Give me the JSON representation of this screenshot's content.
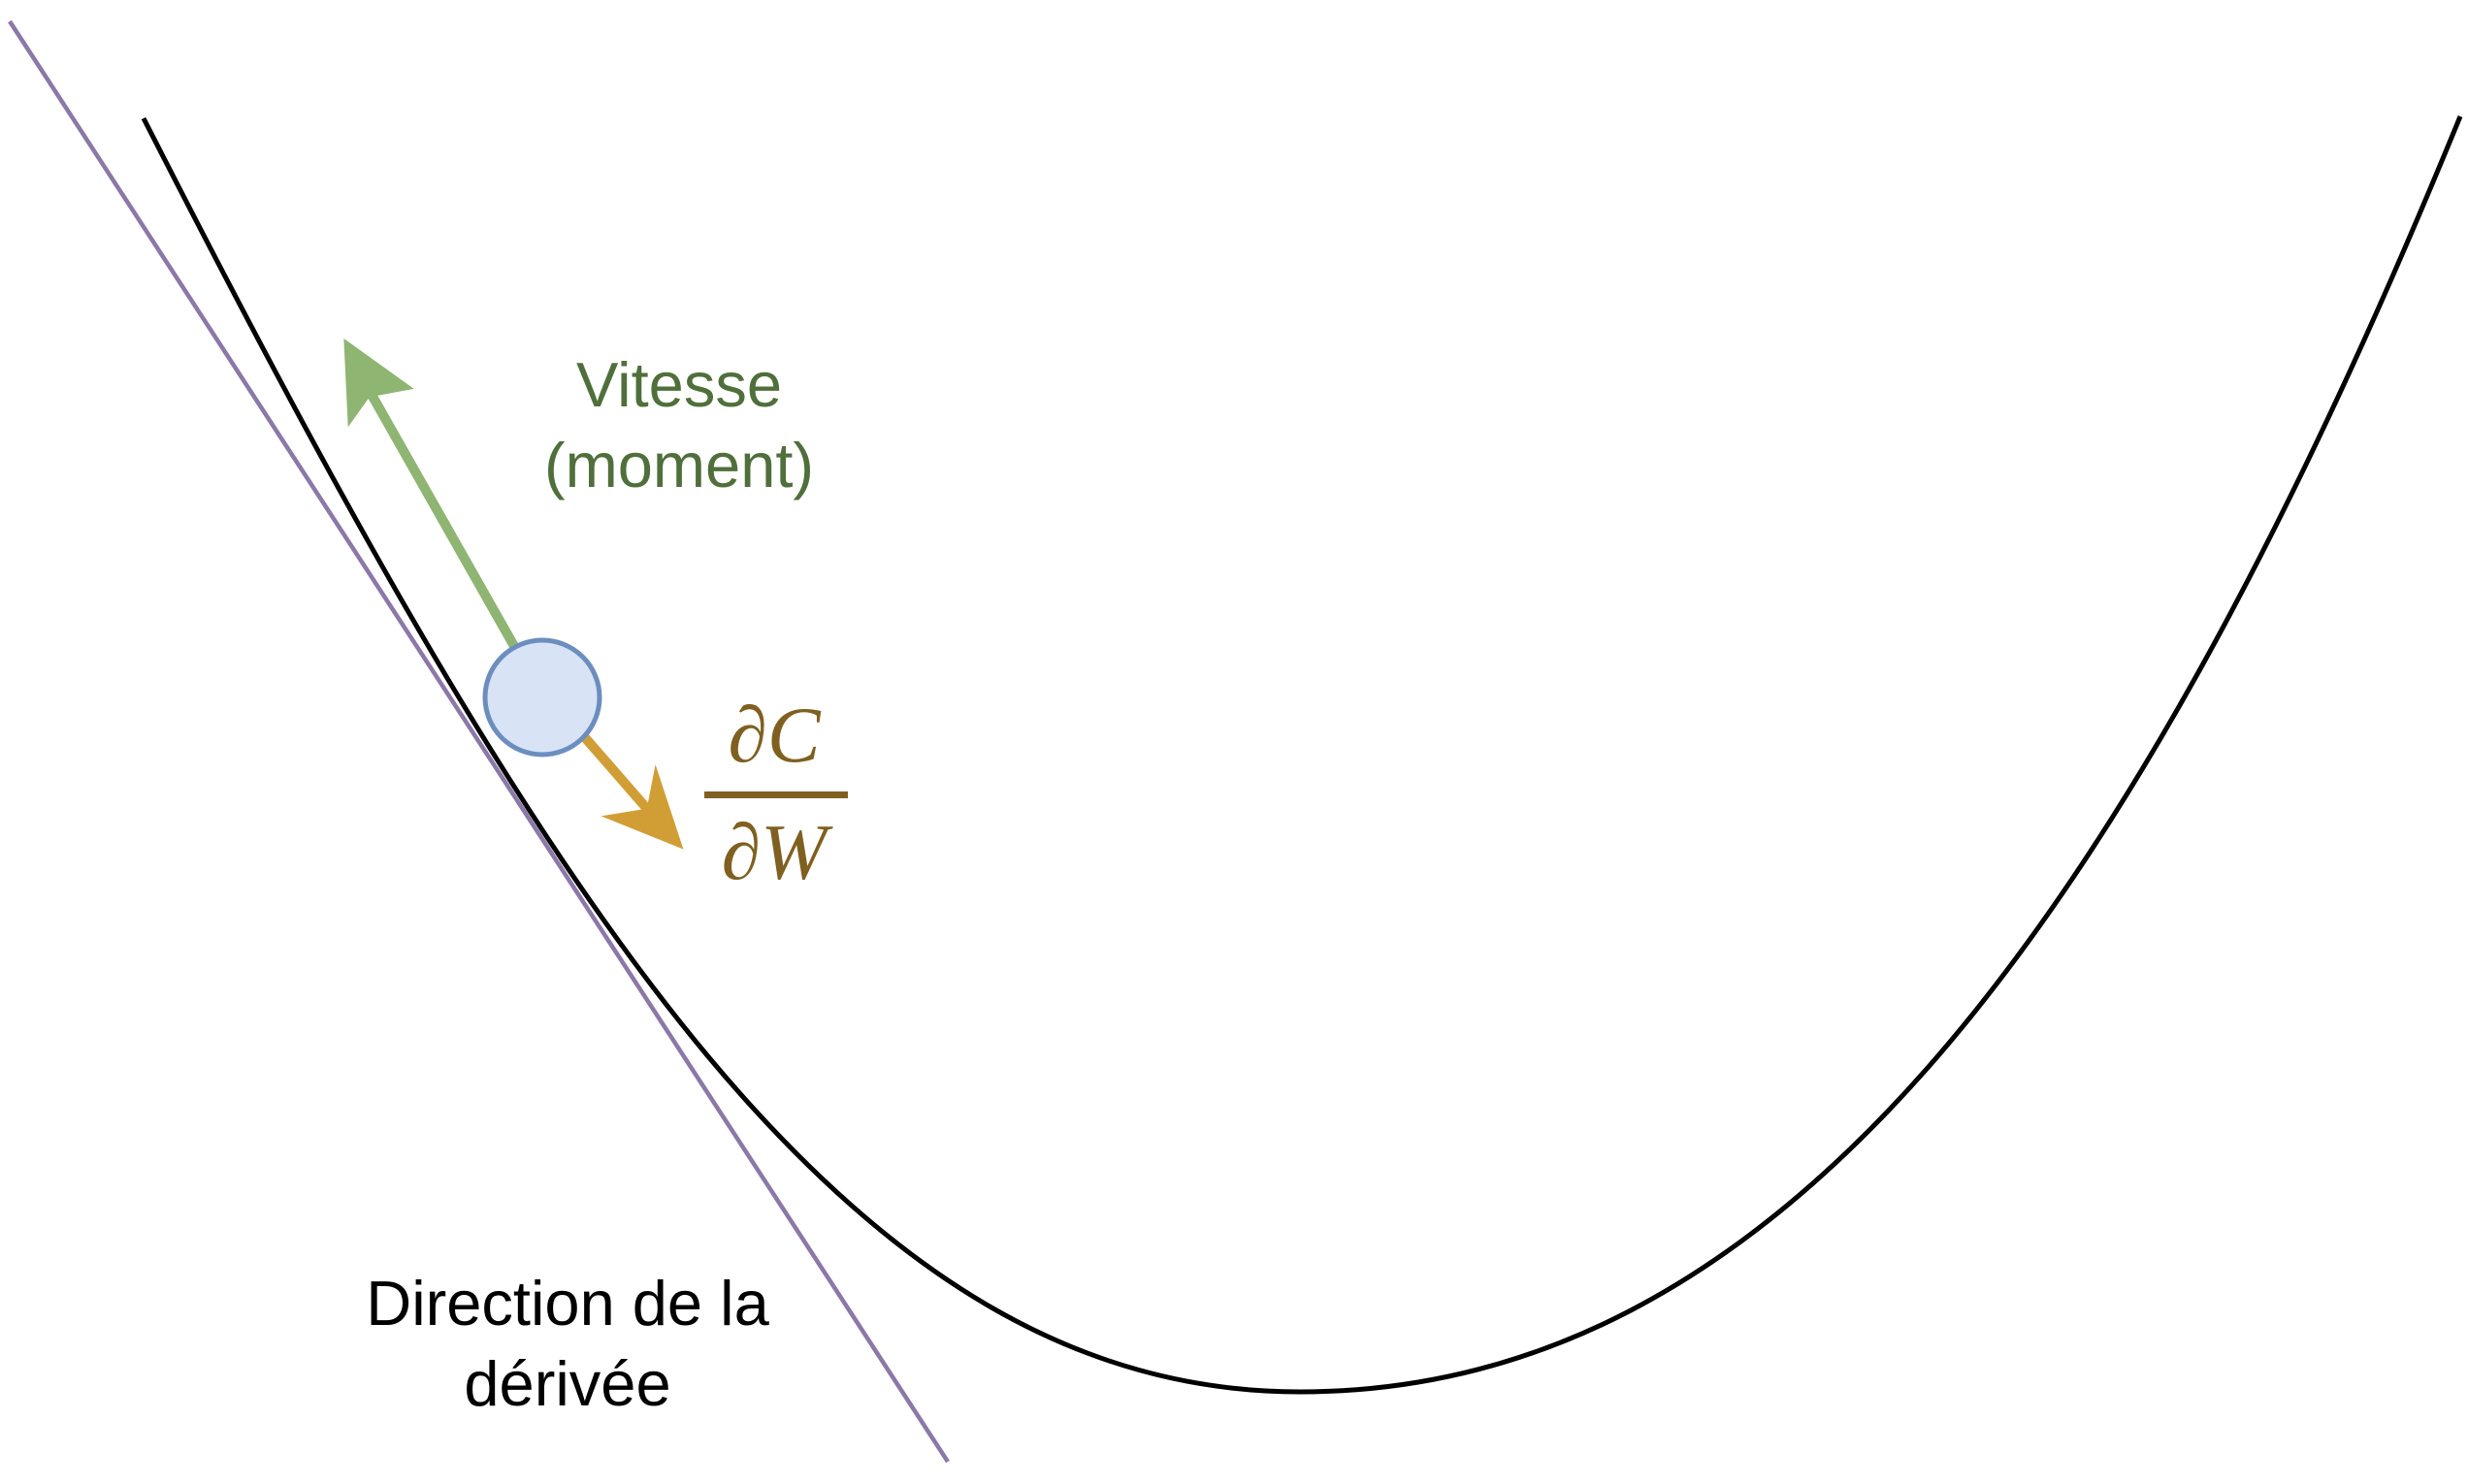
{
  "labels": {
    "velocity": [
      "Vitesse",
      "(moment)"
    ],
    "derivative_direction": [
      "Direction de la",
      "dérivée"
    ],
    "gradient": {
      "numerator": "∂C",
      "denominator": "∂W"
    }
  },
  "colors": {
    "curve": "#000000",
    "tangent": "#8c78a8",
    "velocity_arrow": "#8fb572",
    "gradient_arrow": "#d19e36",
    "ball_fill": "#d9e3f6",
    "ball_stroke": "#6c8ebf",
    "velocity_text": "#4f6f3b",
    "gradient_text": "#7f6020",
    "derivative_text": "#000000"
  }
}
